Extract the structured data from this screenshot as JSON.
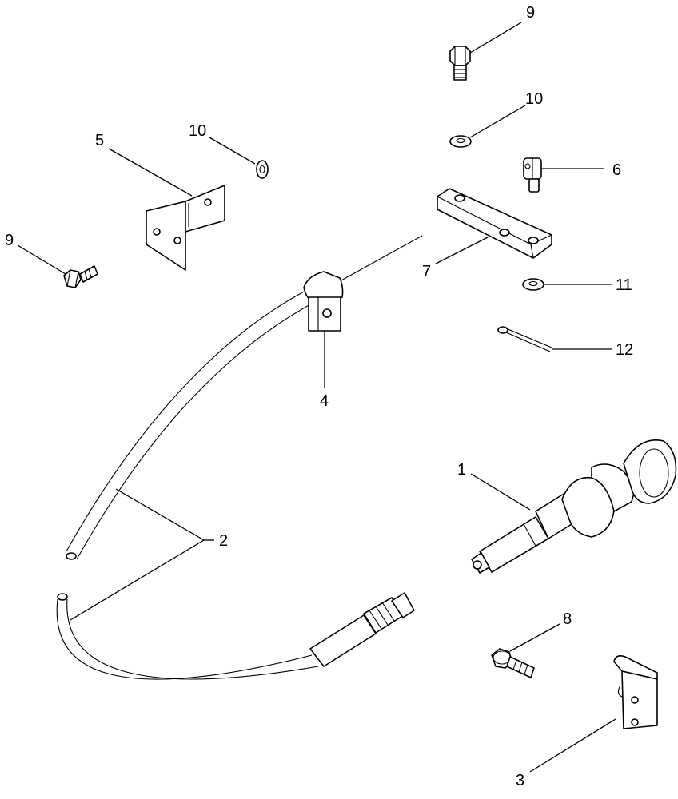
{
  "diagram": {
    "callouts": [
      {
        "id": "c9a",
        "label": "9"
      },
      {
        "id": "c10a",
        "label": "10"
      },
      {
        "id": "c6",
        "label": "6"
      },
      {
        "id": "c7",
        "label": "7"
      },
      {
        "id": "c11",
        "label": "11"
      },
      {
        "id": "c12",
        "label": "12"
      },
      {
        "id": "c5",
        "label": "5"
      },
      {
        "id": "c10b",
        "label": "10"
      },
      {
        "id": "c9b",
        "label": "9"
      },
      {
        "id": "c4",
        "label": "4"
      },
      {
        "id": "c1",
        "label": "1"
      },
      {
        "id": "c2",
        "label": "2"
      },
      {
        "id": "c8",
        "label": "8"
      },
      {
        "id": "c3",
        "label": "3"
      }
    ]
  }
}
